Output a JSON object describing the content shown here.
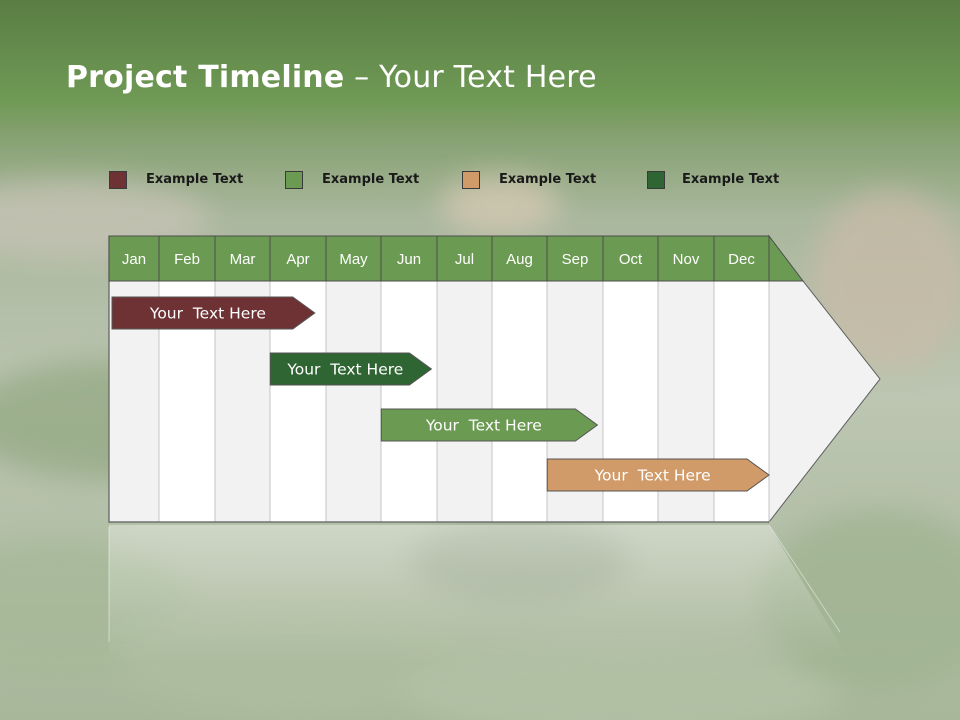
{
  "title": {
    "bold": "Project Timeline",
    "rest": " – Your Text Here"
  },
  "legend": [
    {
      "label": "Example Text",
      "color": "#6e3234"
    },
    {
      "label": "Example Text",
      "color": "#6b9a52"
    },
    {
      "label": "Example Text",
      "color": "#d19b69"
    },
    {
      "label": "Example Text",
      "color": "#2f6433"
    }
  ],
  "months": [
    "Jan",
    "Feb",
    "Mar",
    "Apr",
    "May",
    "Jun",
    "Jul",
    "Aug",
    "Sep",
    "Oct",
    "Nov",
    "Dec"
  ],
  "tasks": [
    {
      "label": "Your  Text Here",
      "start": 1,
      "end": 4.8,
      "color": "#6e3234"
    },
    {
      "label": "Your  Text Here",
      "start": 3.95,
      "end": 6.9,
      "color": "#2f6433"
    },
    {
      "label": "Your  Text Here",
      "start": 5.95,
      "end": 9.9,
      "color": "#6b9a52"
    },
    {
      "label": "Your  Text Here",
      "start": 8.95,
      "end": 13,
      "color": "#d19b69"
    }
  ],
  "colors": {
    "header_green": "#6b9a52",
    "title_band": "#6a9650",
    "column_light": "#f2f2f2",
    "column_white": "#ffffff"
  }
}
